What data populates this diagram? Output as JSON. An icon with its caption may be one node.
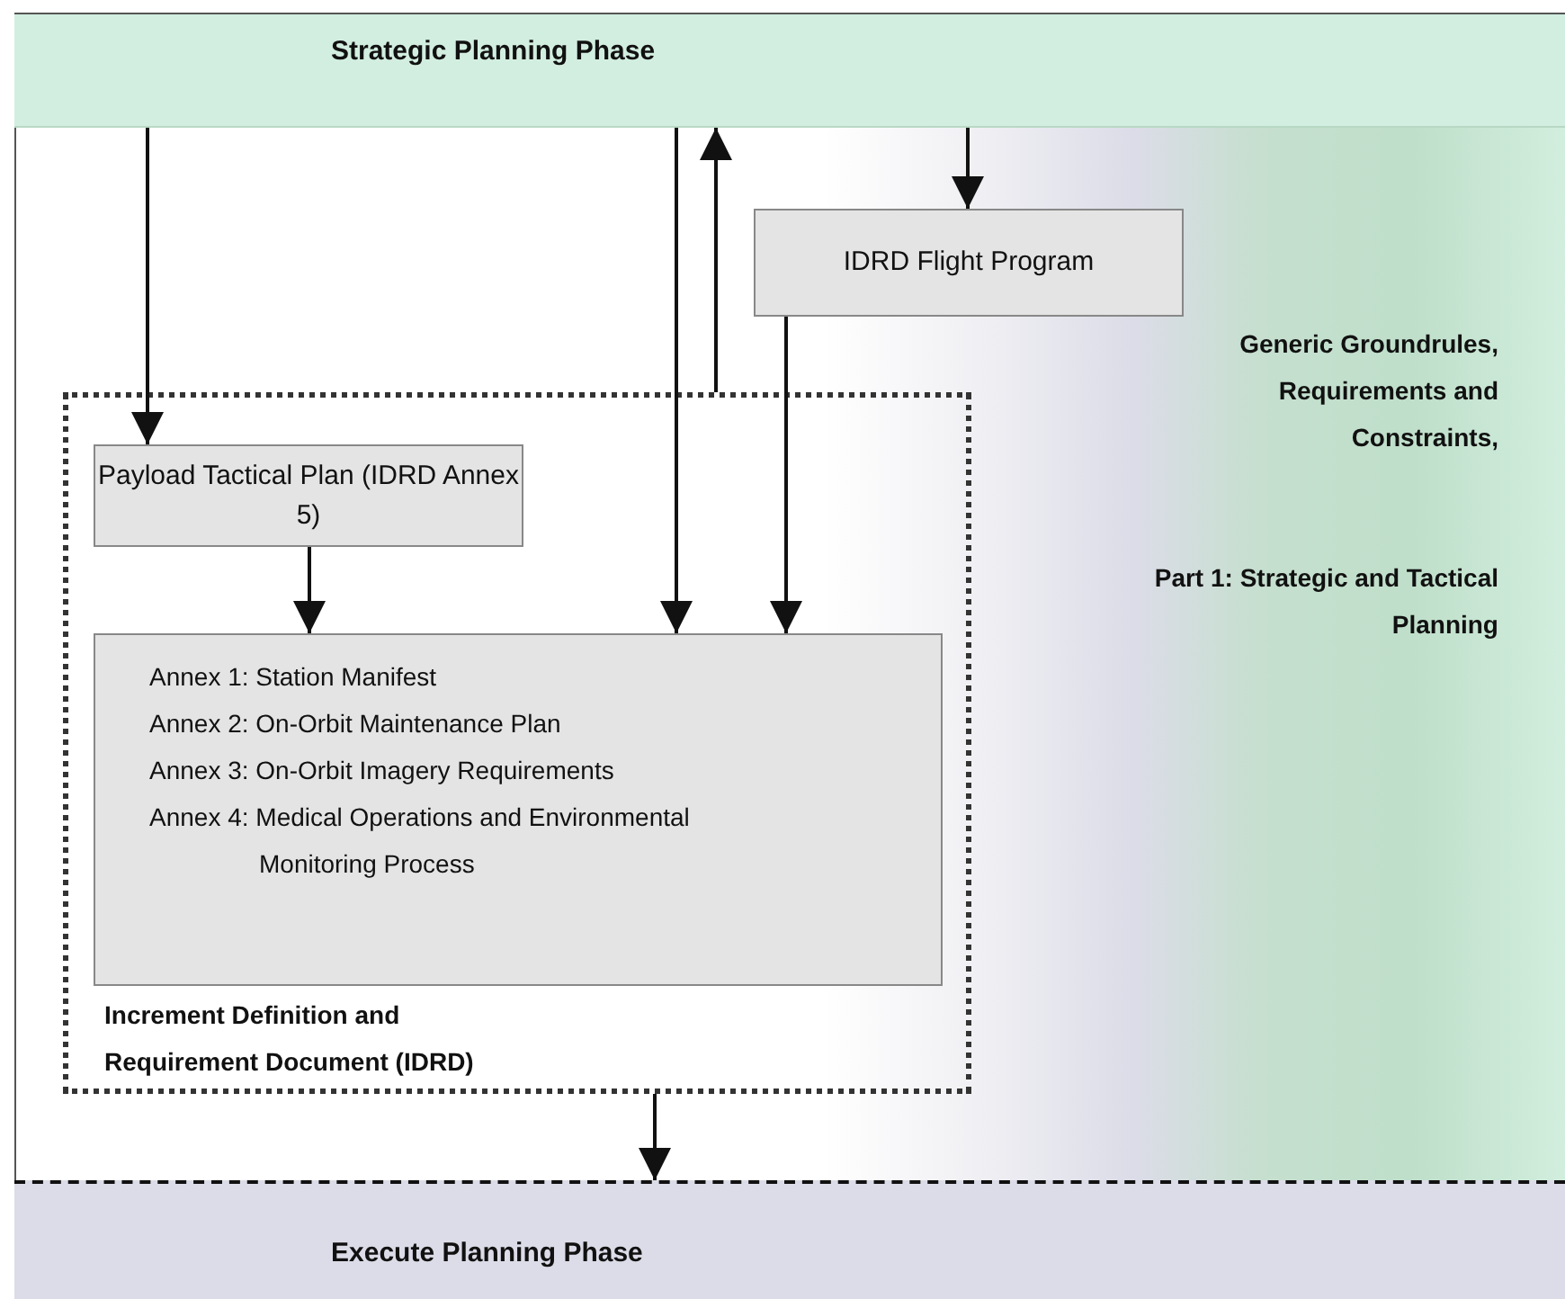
{
  "diagram": {
    "nodes": [
      {
        "text": [
          "Strategic Planning Phase"
        ]
      },
      {
        "text": [
          "IDRD Flight Program"
        ]
      },
      {
        "text": [
          "Increment Definition and Requirement Document (IDRD)"
        ]
      },
      {
        "text": [
          "Payload Tactical Plan (IDRD Annex 5)"
        ],
        "in": 2
      },
      {
        "text": [
          "Annex 1: Station Manifest",
          "Annex 2: On-Orbit Maintenance Plan",
          "Annex 3: On-Orbit Imagery Requirements",
          "Annex 4: Medical Operations and Environmental Monitoring Process"
        ],
        "in": 2
      },
      {
        "text": [
          "Execute Planning Phase"
        ]
      }
    ],
    "edges": [
      {
        "from": 0,
        "to": 3,
        "arrow": "to"
      },
      {
        "from": 0,
        "to": 4,
        "arrow": "to"
      },
      {
        "from": 2,
        "to": 0,
        "arrow": "to"
      },
      {
        "from": 0,
        "to": 1,
        "arrow": "to"
      },
      {
        "from": 1,
        "to": 4,
        "arrow": "to"
      },
      {
        "from": 3,
        "to": 4,
        "arrow": "to"
      },
      {
        "from": 2,
        "to": 5,
        "arrow": "to"
      }
    ],
    "labels": [
      "Generic Groundrules, Requirements and Constraints,",
      "Part 1: Strategic and Tactical Planning"
    ]
  }
}
